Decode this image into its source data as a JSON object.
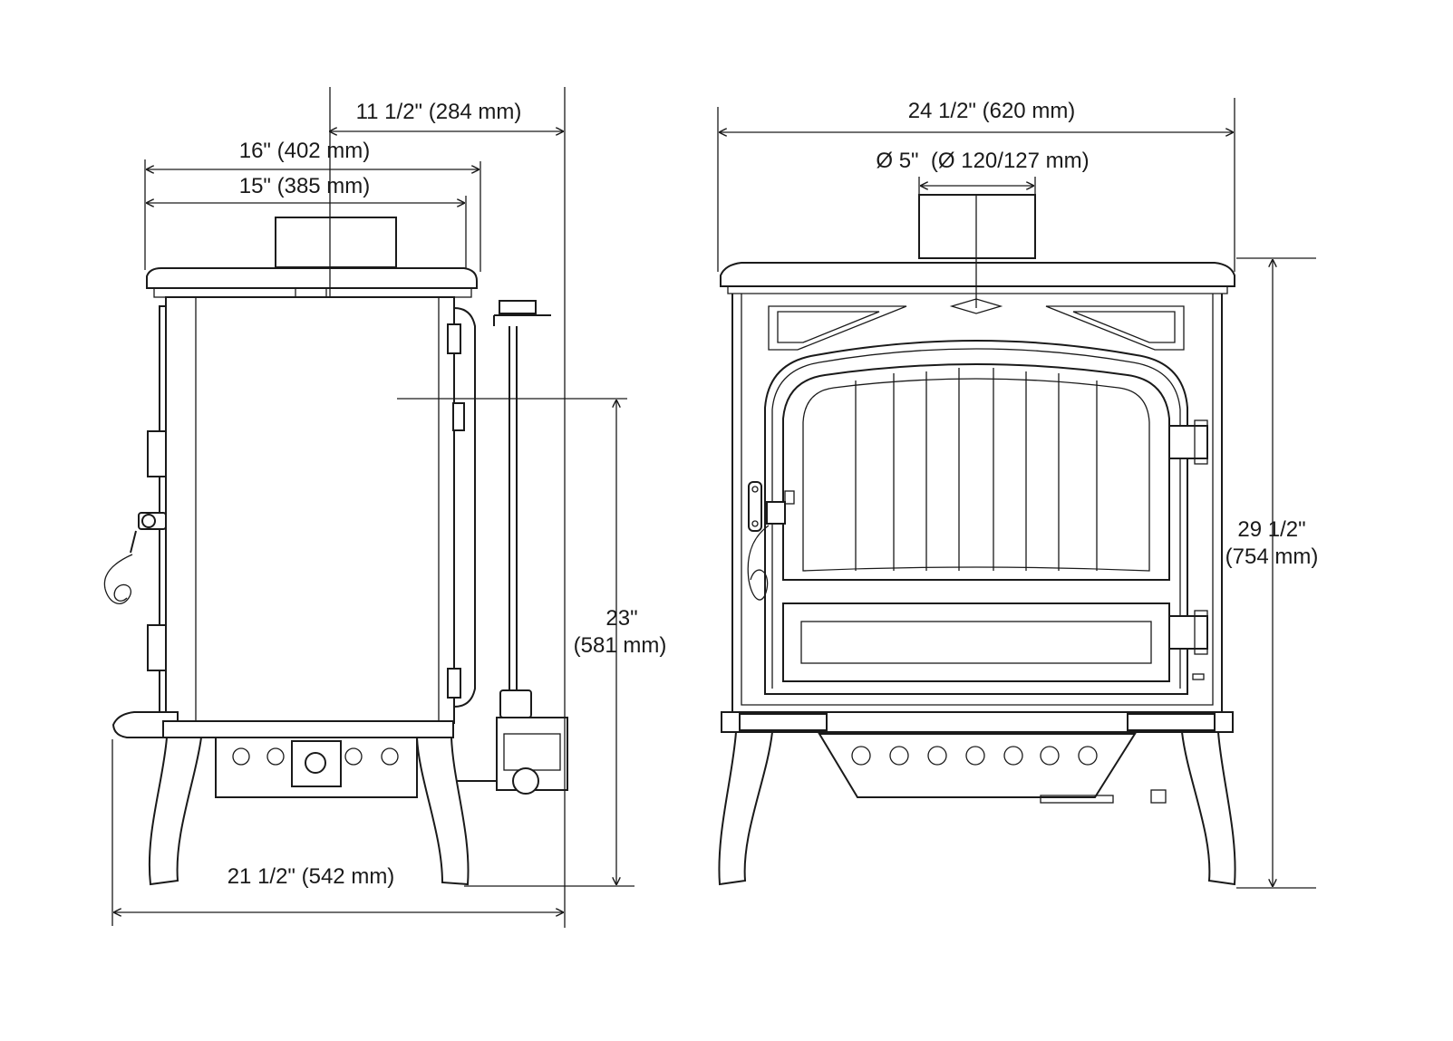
{
  "side_view": {
    "depth_to_flue": "11 1/2\" (284 mm)",
    "top_depth": "16\" (402 mm)",
    "body_depth": "15\" (385 mm)",
    "flue_height_line1": "23\"",
    "flue_height_line2": "(581 mm)",
    "overall_depth": "21 1/2\" (542 mm)"
  },
  "front_view": {
    "overall_width": "24 1/2\" (620 mm)",
    "flue_diameter": "Ø 5\"  (Ø 120/127 mm)",
    "overall_height_line1": "29 1/2\"",
    "overall_height_line2": "(754 mm)"
  },
  "colors": {
    "line": "#1a1a1a",
    "background": "#ffffff"
  }
}
